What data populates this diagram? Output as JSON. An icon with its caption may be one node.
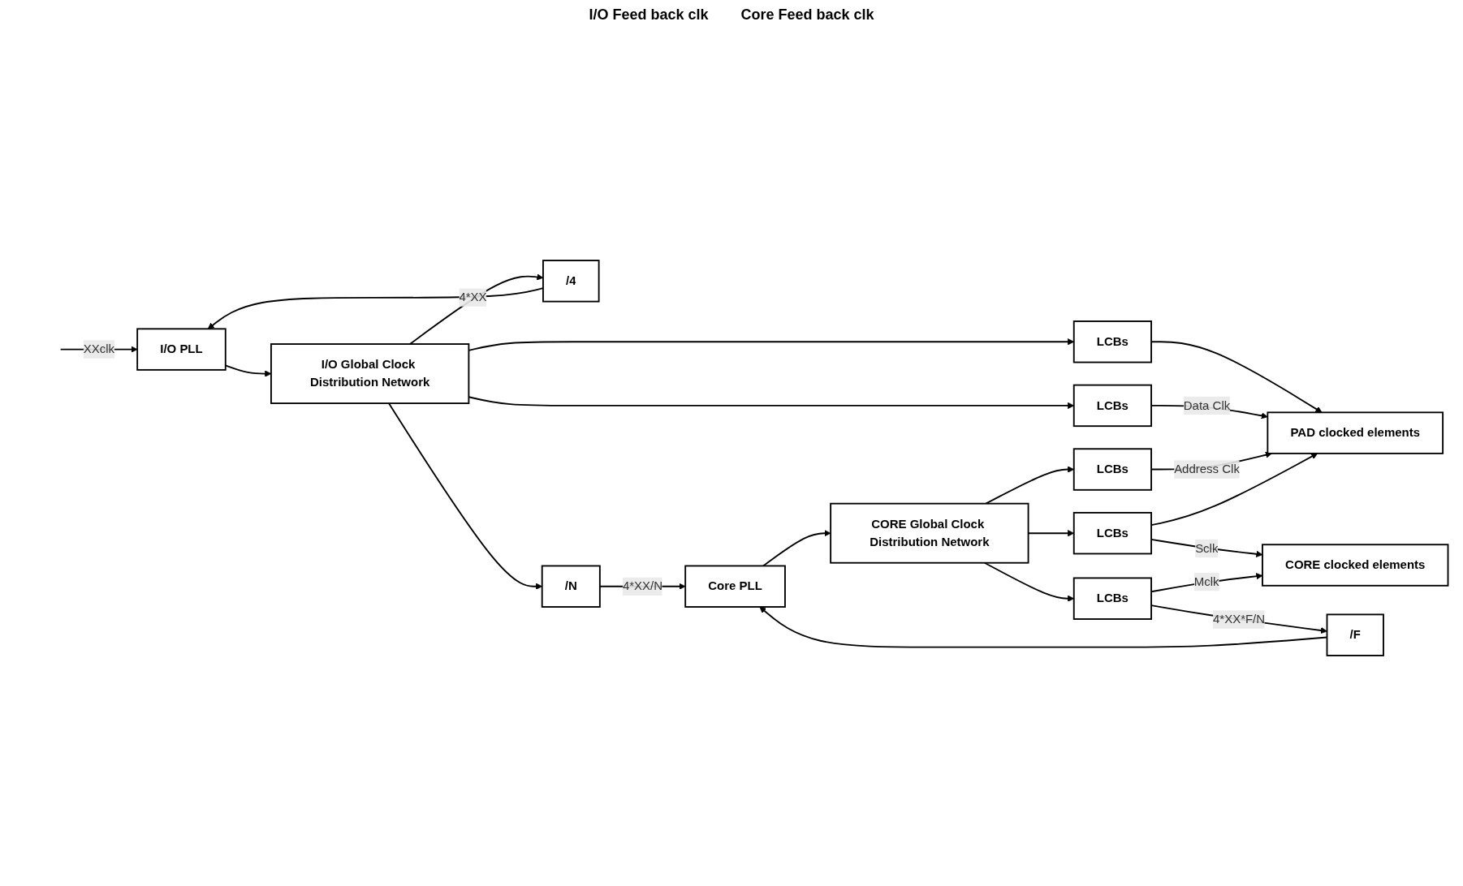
{
  "diagram": {
    "nodes": [
      {
        "text": [
          "I/O PLL"
        ]
      },
      {
        "text": [
          "I/O Global Clock Distribution Network"
        ]
      },
      {
        "text": [
          "LCBs"
        ]
      },
      {
        "text": [
          "LCBs"
        ]
      },
      {
        "text": [
          "LCBs"
        ]
      },
      {
        "text": [
          "LCBs"
        ]
      },
      {
        "text": [
          "LCBs"
        ]
      },
      {
        "text": [
          "PAD clocked elements"
        ]
      },
      {
        "text": [
          "CORE clocked elements"
        ]
      },
      {
        "text": [
          "/4"
        ]
      },
      {
        "text": [
          "/N"
        ]
      },
      {
        "text": [
          "Core PLL"
        ]
      },
      {
        "text": [
          "CORE Global Clock Distribution Network"
        ]
      },
      {
        "text": [
          "/F"
        ]
      }
    ],
    "edges": [
      {
        "from": null,
        "to": 0,
        "arrow": "to",
        "label": "XXclk"
      },
      {
        "from": 0,
        "to": 1,
        "arrow": "to"
      },
      {
        "from": 1,
        "to": 2,
        "arrow": "to"
      },
      {
        "from": 1,
        "to": 3,
        "arrow": "to"
      },
      {
        "from": 1,
        "to": 9,
        "arrow": "to",
        "label": "4*XX"
      },
      {
        "from": 1,
        "to": 10,
        "arrow": "to"
      },
      {
        "from": 2,
        "to": 7,
        "arrow": "to"
      },
      {
        "from": 3,
        "to": 7,
        "arrow": "to",
        "label": "Data Clk"
      },
      {
        "from": 9,
        "to": 0,
        "arrow": "to"
      },
      {
        "from": 10,
        "to": 11,
        "arrow": "to",
        "label": "4*XX/N"
      },
      {
        "from": 11,
        "to": 12,
        "arrow": "to"
      },
      {
        "from": 12,
        "to": 4,
        "arrow": "to"
      },
      {
        "from": 12,
        "to": 5,
        "arrow": "to"
      },
      {
        "from": 12,
        "to": 6,
        "arrow": "to"
      },
      {
        "from": 4,
        "to": 7,
        "arrow": "to",
        "label": "Address Clk"
      },
      {
        "from": 5,
        "to": 8,
        "arrow": "to",
        "label": "Sclk"
      },
      {
        "from": 5,
        "to": 7,
        "arrow": "to"
      },
      {
        "from": 6,
        "to": 8,
        "arrow": "to",
        "label": "Mclk"
      },
      {
        "from": 6,
        "to": 13,
        "arrow": "to",
        "label": "4*XX*F/N"
      },
      {
        "from": 13,
        "to": 11,
        "arrow": "to"
      }
    ],
    "labels": [
      "I/O Feed back clk",
      "Core Feed back clk"
    ]
  }
}
